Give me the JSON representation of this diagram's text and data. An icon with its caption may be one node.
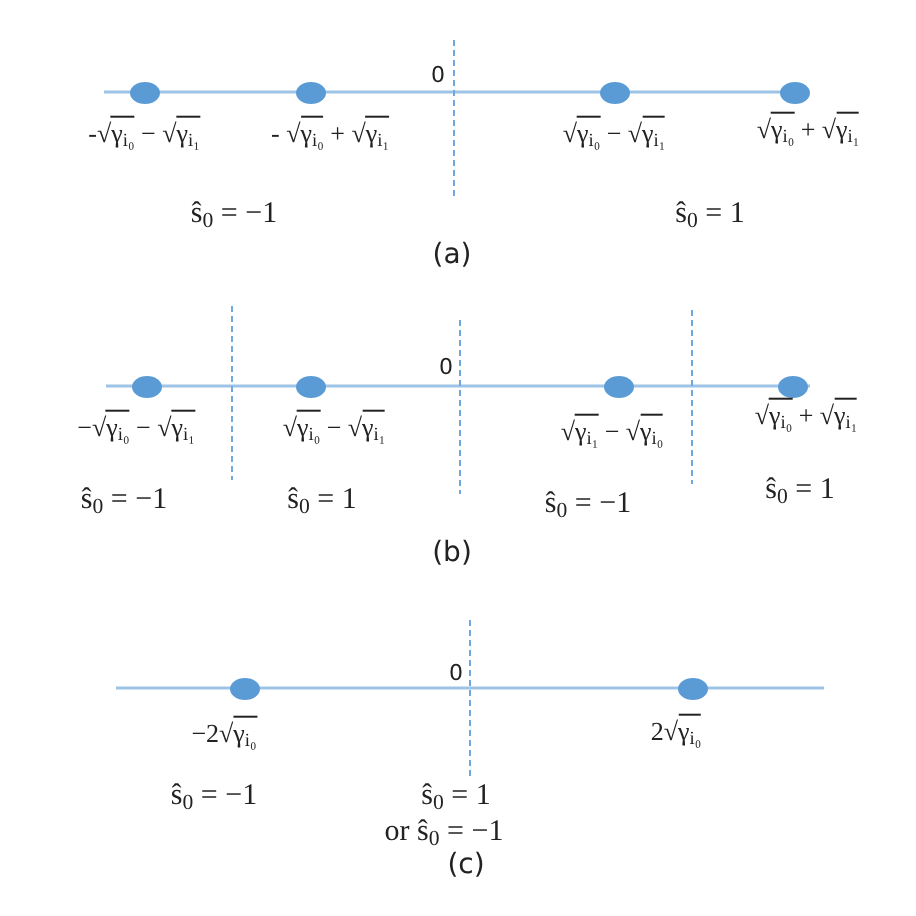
{
  "diagram": {
    "nodes": [
      {
        "text": [],
        "shape": "circle",
        "beside": [
          "-√γ$_{i₀}$ − √γ$_{i₁}$"
        ]
      },
      {
        "text": [],
        "shape": "circle",
        "beside": [
          "- √γ$_{i₀}$ + √γ$_{i₁}$"
        ]
      },
      {
        "text": [],
        "shape": "circle",
        "beside": [
          "√γ$_{i₀}$ − √γ$_{i₁}$"
        ]
      },
      {
        "text": [],
        "shape": "circle",
        "beside": [
          "√γ$_{i₀}$ + √γ$_{i₁}$"
        ]
      },
      {
        "text": [],
        "shape": "circle",
        "beside": [
          "−√γ$_{i₀}$ − √γ$_{i₁}$"
        ]
      },
      {
        "text": [],
        "shape": "circle",
        "beside": [
          "√γ$_{i₀}$ − √γ$_{i₁}$"
        ]
      },
      {
        "text": [],
        "shape": "circle",
        "beside": [
          "√γ$_{i₁}$ − √γ$_{i₀}$"
        ]
      },
      {
        "text": [],
        "shape": "circle",
        "beside": [
          "√γ$_{i₀}$ + √γ$_{i₁}$"
        ]
      },
      {
        "text": [],
        "shape": "circle",
        "beside": [
          "−2√γ$_{i₀}$"
        ]
      },
      {
        "text": [],
        "shape": "circle",
        "beside": [
          "2√γ$_{i₀}$"
        ]
      }
    ],
    "labels": [
      "0",
      "ŝ$_{0}$ = −1",
      "ŝ$_{0}$ = 1",
      "(a)",
      "0",
      "ŝ$_{0}$ = −1",
      "ŝ$_{0}$ = 1",
      "ŝ$_{0}$ = −1",
      "ŝ$_{0}$ = 1",
      "(b)",
      "0",
      "ŝ$_{0}$ = −1",
      "ŝ$_{0}$ = 1",
      "or ŝ$_{0}$ = −1",
      "(c)"
    ]
  }
}
